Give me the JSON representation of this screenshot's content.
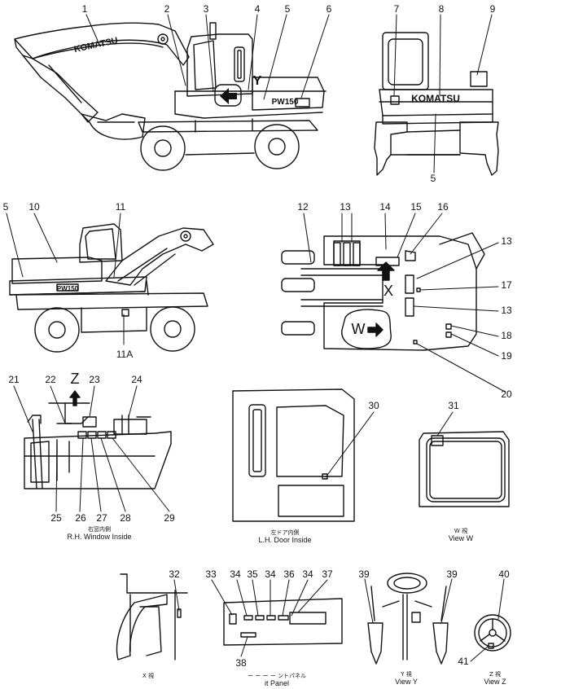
{
  "callouts": [
    "1",
    "2",
    "3",
    "4",
    "5",
    "6",
    "7",
    "8",
    "9",
    "5",
    "10",
    "11",
    "11A",
    "12",
    "13",
    "14",
    "15",
    "16",
    "13",
    "17",
    "13",
    "18",
    "19",
    "20",
    "21",
    "22",
    "23",
    "24",
    "25",
    "26",
    "27",
    "28",
    "29",
    "30",
    "31",
    "32",
    "33",
    "34",
    "35",
    "34",
    "36",
    "34",
    "37",
    "38",
    "39",
    "39",
    "40",
    "41"
  ],
  "view_letters": {
    "x": "X",
    "y": "Y",
    "w": "W",
    "z": "Z"
  },
  "brand": "KOMATSU",
  "model": "PW150",
  "captions": {
    "rh_window_jp": "右窓内側",
    "rh_window": "R.H. Window Inside",
    "lh_door_jp": "左ドア内側",
    "lh_door": "L.H. Door Inside",
    "view_w_jp": "W 視",
    "view_w": "View W",
    "view_x_jp": "X 視",
    "panel_jp": "ー ー ー ー ントパネル",
    "panel": "it Panel",
    "view_y_jp": "Y 視",
    "view_y": "View Y",
    "view_z_jp": "Z 視",
    "view_z": "View Z"
  }
}
